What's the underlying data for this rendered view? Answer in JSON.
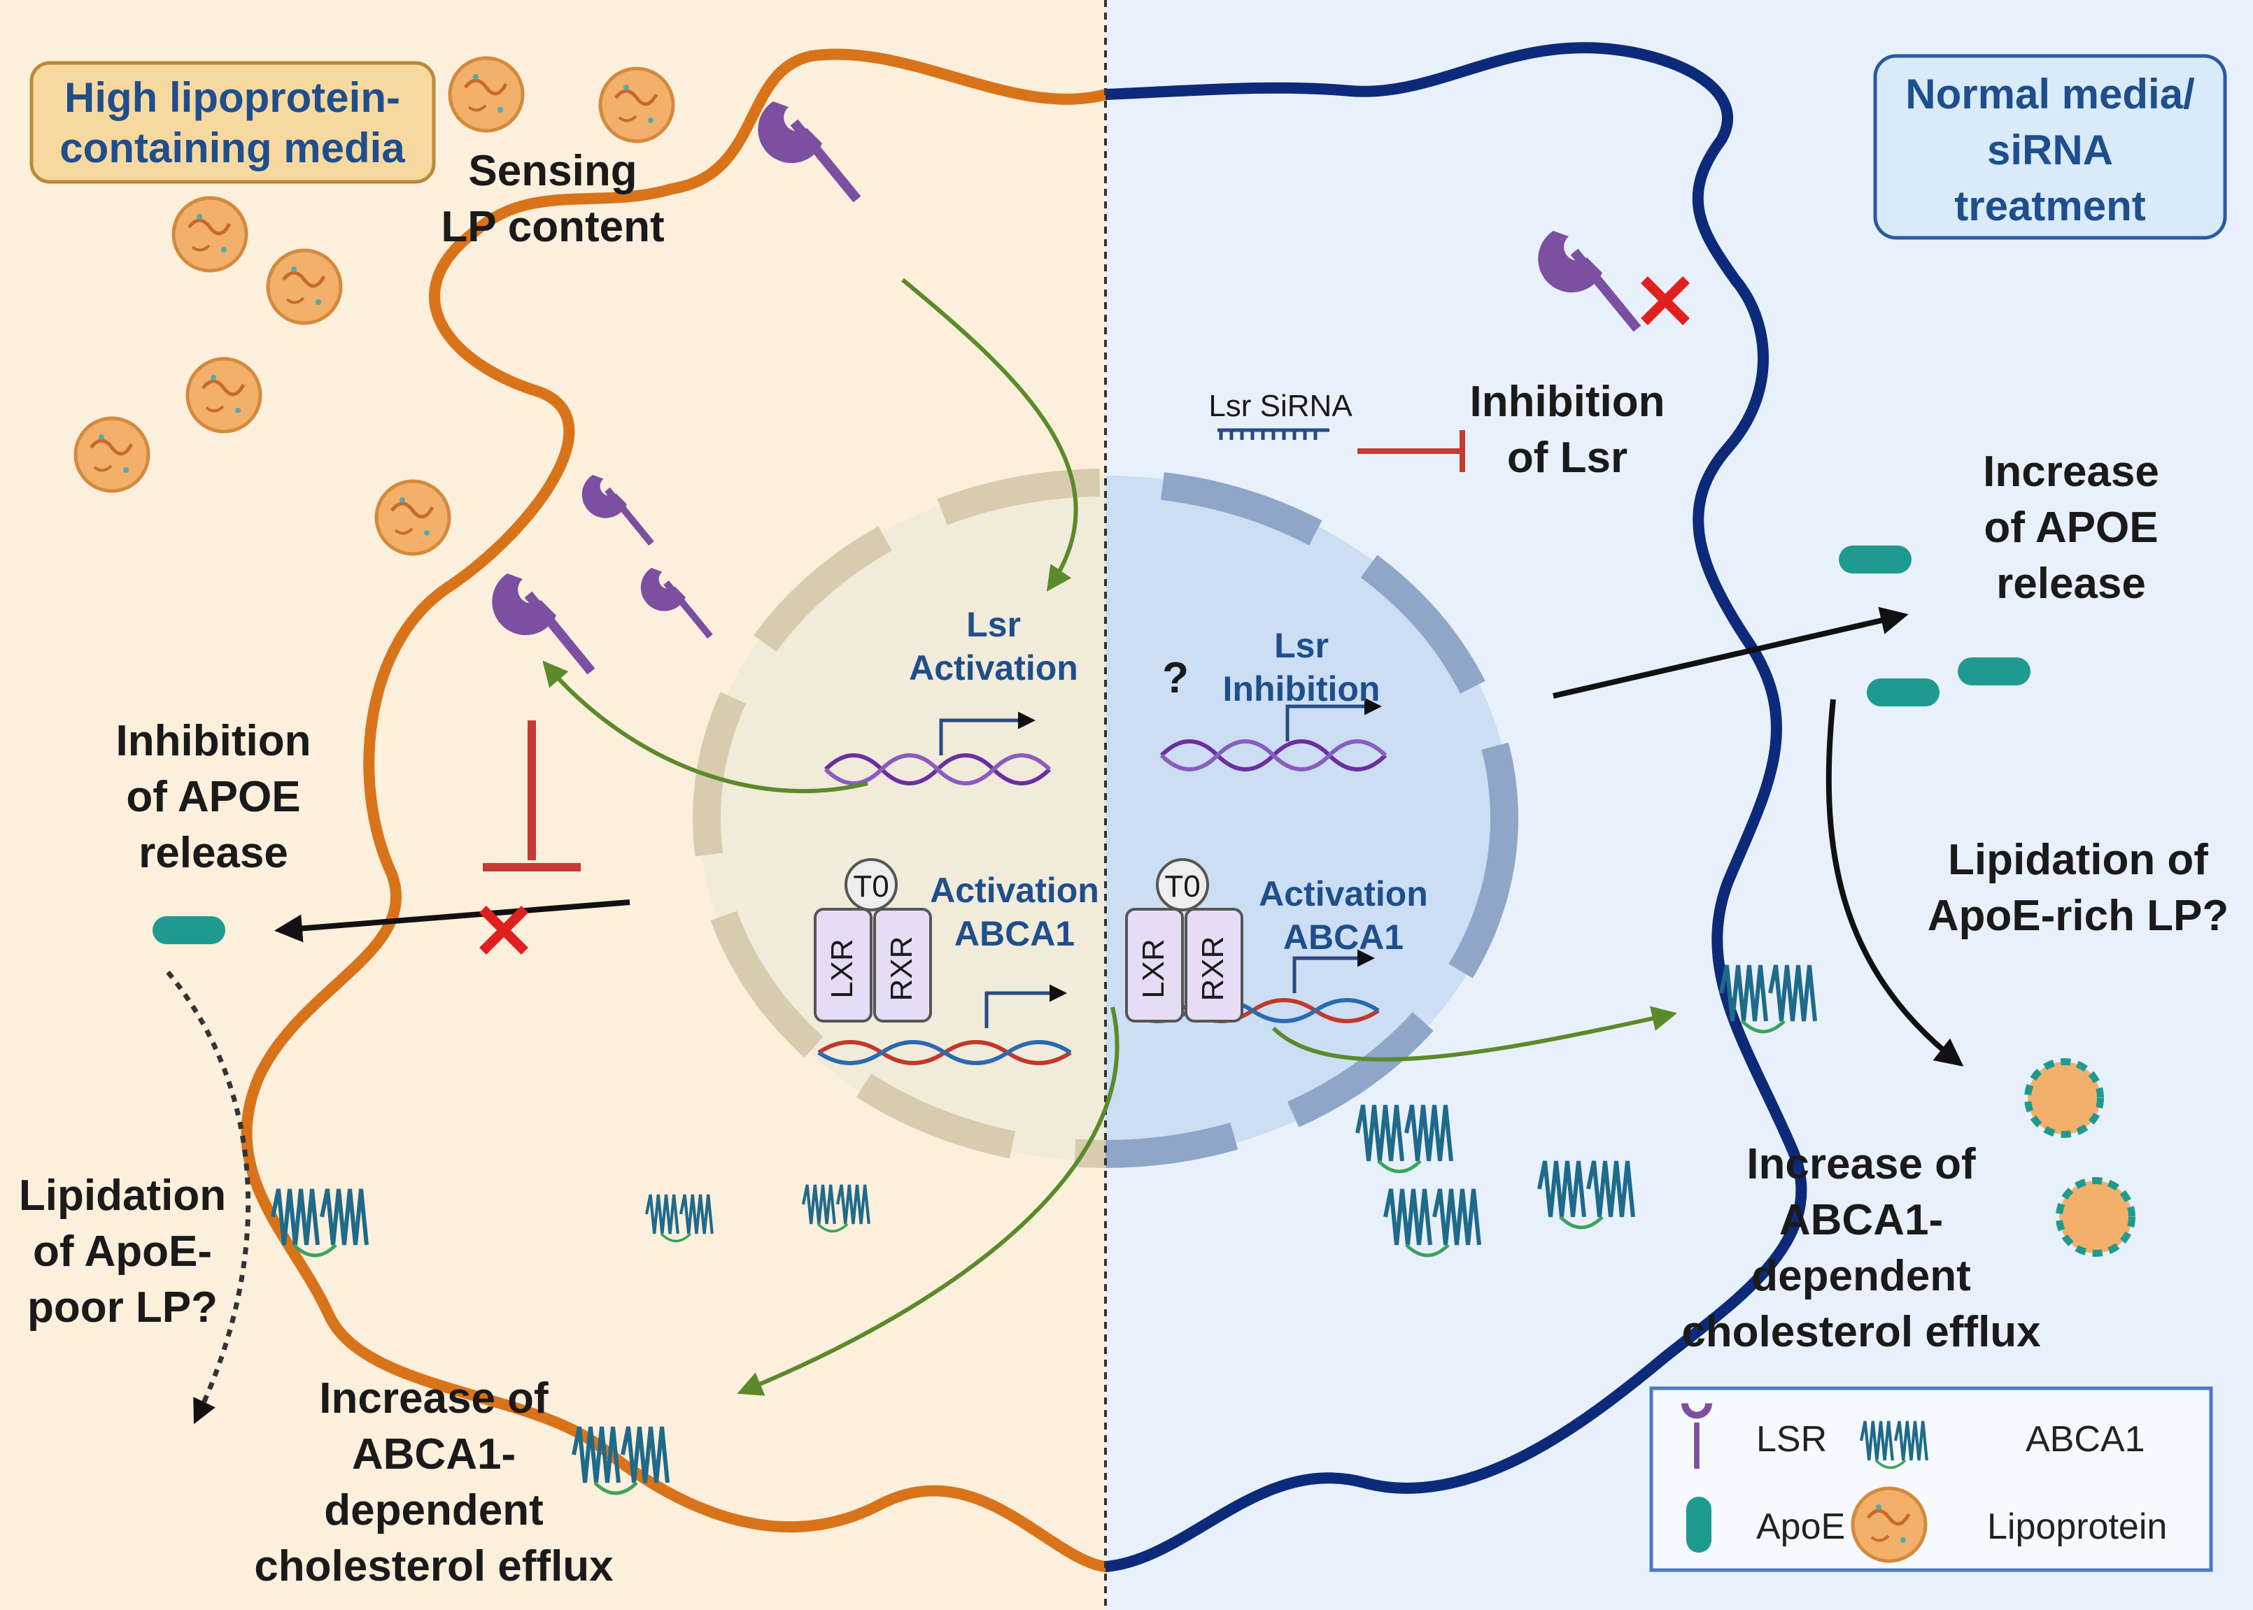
{
  "left_panel": {
    "condition_box": [
      "High lipoprotein-",
      "containing media"
    ],
    "sensing": [
      "Sensing",
      "LP content"
    ],
    "inhibition_apoe": [
      "Inhibition",
      "of APOE",
      "release"
    ],
    "lipidation_poor": [
      "Lipidation",
      "of ApoE-",
      "poor LP?"
    ],
    "increase_abca1": [
      "Increase of",
      "ABCA1-",
      "dependent",
      "cholesterol efflux"
    ],
    "nucleus_lsr": [
      "Lsr",
      "Activation"
    ],
    "nucleus_abca1": [
      "Activation",
      "ABCA1"
    ],
    "cofactors": {
      "t0": "T0",
      "lxr": "LXR",
      "rxr": "RXR"
    }
  },
  "right_panel": {
    "condition_box": [
      "Normal media/",
      "siRNA",
      "treatment"
    ],
    "sirna_label": "Lsr SiRNA",
    "inhibition_lsr": [
      "Inhibition",
      "of Lsr"
    ],
    "increase_apoe": [
      "Increase",
      "of APOE",
      "release"
    ],
    "lipidation_rich": [
      "Lipidation of",
      "ApoE-rich LP?"
    ],
    "increase_abca1": [
      "Increase of",
      "ABCA1-",
      "dependent",
      "cholesterol efflux"
    ],
    "nucleus_lsr": [
      "Lsr",
      "Inhibition"
    ],
    "question_mark": "?",
    "nucleus_abca1": [
      "Activation",
      "ABCA1"
    ],
    "cofactors": {
      "t0": "T0",
      "lxr": "LXR",
      "rxr": "RXR"
    }
  },
  "legend": {
    "lsr": "LSR",
    "abca1": "ABCA1",
    "apoe": "ApoE",
    "lipoprotein": "Lipoprotein"
  },
  "colors": {
    "left_bg": "#fcefdc",
    "left_cell": "#f6d57a",
    "left_membrane": "#d9731a",
    "right_bg": "#e8f1fb",
    "right_cell": "#8ec4f8",
    "right_membrane": "#0d2a7a",
    "nucleus_left": "#efead9",
    "nucleus_right": "#c9dcf2",
    "lsr_receptor": "#7c4fa1",
    "apoe": "#1f9a8f",
    "abca1": "#1f6a8a",
    "inhibit_red": "#c63a32",
    "arrow_green": "#5b8a2a",
    "lipoprotein": "#f2b06a",
    "cross_red": "#e01f1f"
  }
}
